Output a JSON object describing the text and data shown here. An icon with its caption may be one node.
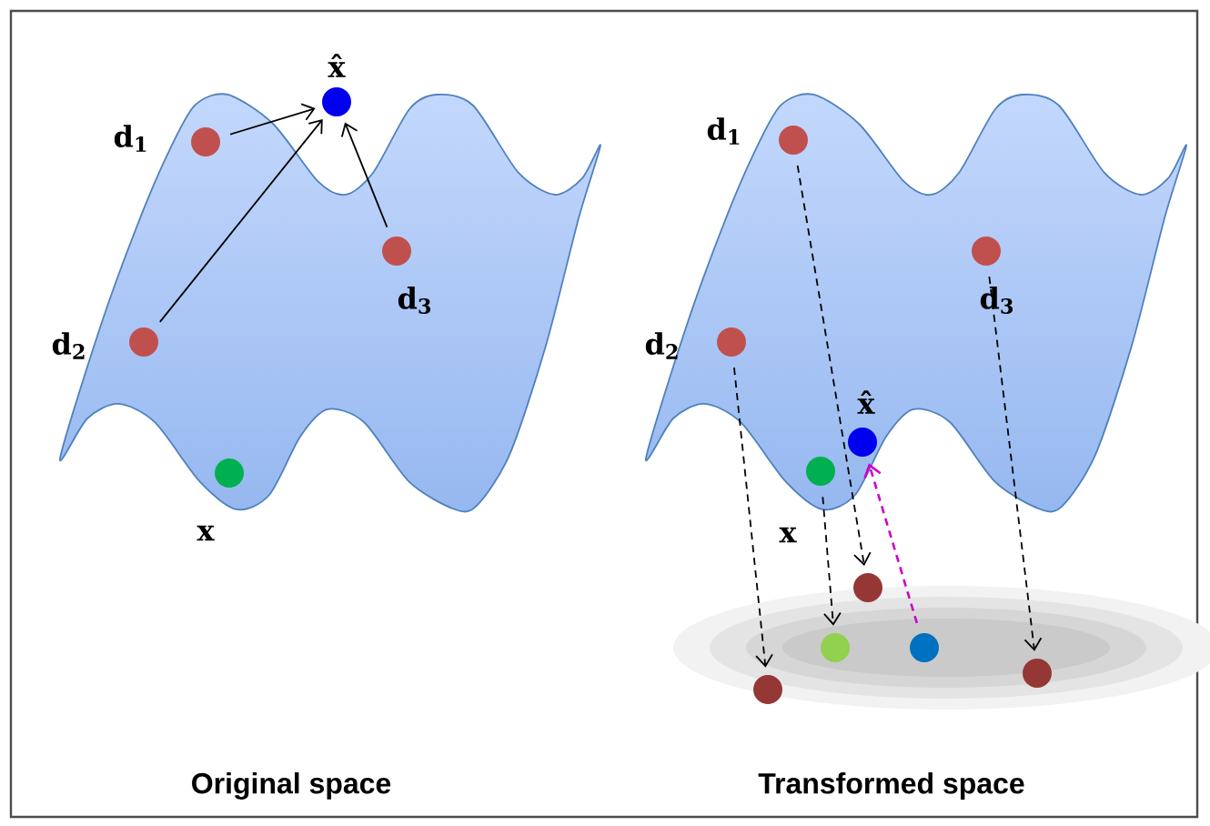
{
  "diagram": {
    "nodes": [
      {
        "text": [],
        "shape": "circle",
        "beside": [
          "d$_{1}$"
        ]
      },
      {
        "text": [],
        "shape": "circle",
        "beside": [
          "d$_{2}$"
        ]
      },
      {
        "text": [],
        "shape": "circle",
        "beside": [
          "d$_{3}$"
        ]
      },
      {
        "text": [],
        "shape": "circle",
        "beside": [
          "x̂"
        ]
      },
      {
        "text": [],
        "shape": "circle",
        "beside": [
          "x"
        ]
      },
      {
        "text": [],
        "shape": "circle",
        "beside": [
          "d$_{1}$"
        ]
      },
      {
        "text": [],
        "shape": "circle",
        "beside": [
          "d$_{2}$"
        ]
      },
      {
        "text": [],
        "shape": "circle",
        "beside": [
          "d$_{3}$"
        ]
      },
      {
        "text": [],
        "shape": "circle",
        "beside": [
          "x̂"
        ]
      },
      {
        "text": [],
        "shape": "circle",
        "beside": [
          "x"
        ]
      },
      {
        "text": [],
        "shape": "circle"
      },
      {
        "text": [],
        "shape": "circle"
      },
      {
        "text": [],
        "shape": "circle"
      },
      {
        "text": [],
        "shape": "circle"
      },
      {
        "text": [],
        "shape": "circle"
      }
    ],
    "edges": [
      {
        "from": 0,
        "to": 3,
        "arrow": "to"
      },
      {
        "from": 1,
        "to": 3,
        "arrow": "to"
      },
      {
        "from": 2,
        "to": 3,
        "arrow": "to"
      },
      {
        "from": 5,
        "to": 10,
        "arrow": "to",
        "style": "dashed"
      },
      {
        "from": 6,
        "to": 11,
        "arrow": "to",
        "style": "dashed"
      },
      {
        "from": 9,
        "to": 12,
        "arrow": "to",
        "style": "dashed"
      },
      {
        "from": 7,
        "to": 14,
        "arrow": "to",
        "style": "dashed"
      },
      {
        "from": 13,
        "to": 8,
        "arrow": "to",
        "style": "dashed",
        "color": "#cc00cc"
      }
    ],
    "labels": [
      "Original space",
      "Transformed space"
    ]
  }
}
